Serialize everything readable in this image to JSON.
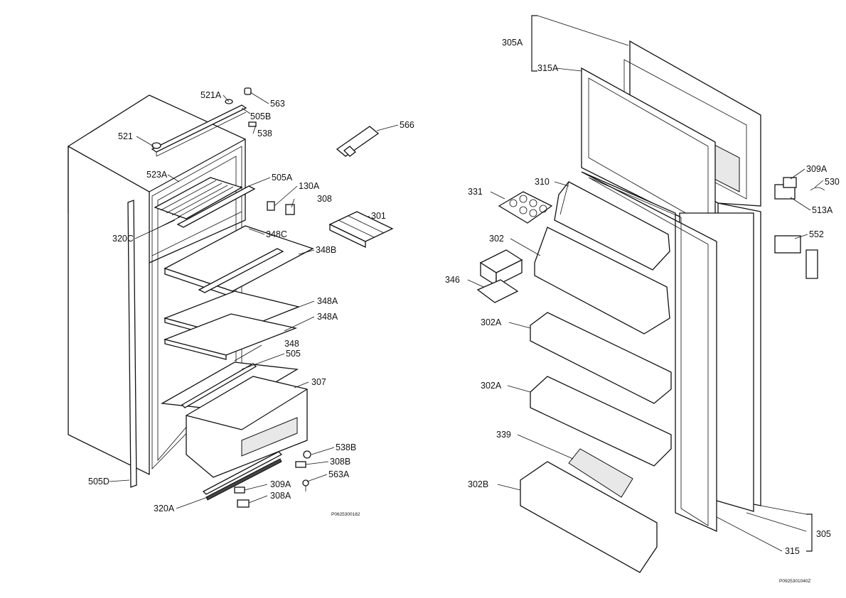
{
  "labels": {
    "l521A": "521A",
    "l563": "563",
    "l505B": "505B",
    "l538": "538",
    "l521": "521",
    "l566": "566",
    "l523A": "523A",
    "l505A": "505A",
    "l130A": "130A",
    "l308": "308",
    "l301": "301",
    "l320C": "320C",
    "l348C": "348C",
    "l348B": "348B",
    "l348A_1": "348A",
    "l348A_2": "348A",
    "l348": "348",
    "l505": "505",
    "l307": "307",
    "l538B": "538B",
    "l308B": "308B",
    "l563A": "563A",
    "l505D": "505D",
    "l309A_left": "309A",
    "l308A": "308A",
    "l320A": "320A",
    "l305A": "305A",
    "l315A": "315A",
    "l310": "310",
    "l331": "331",
    "l302": "302",
    "l346": "346",
    "l302A_1": "302A",
    "l302A_2": "302A",
    "l339": "339",
    "l302B": "302B",
    "l309A_right": "309A",
    "l530": "530",
    "l513A": "513A",
    "l552": "552",
    "l305": "305",
    "l315": "315"
  },
  "codes": {
    "left": "P0625300182",
    "right": "P0925301040Z"
  }
}
